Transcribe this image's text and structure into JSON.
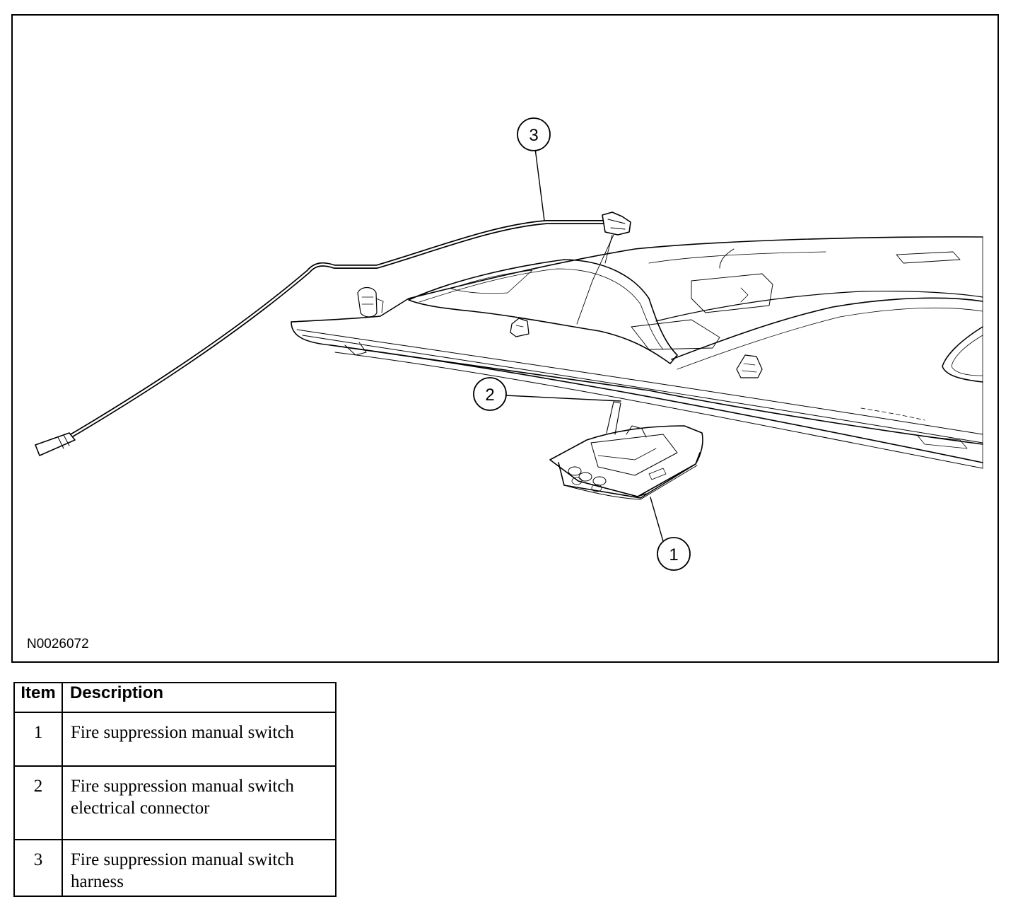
{
  "figure": {
    "id": "N0026072",
    "callouts": [
      "1",
      "2",
      "3"
    ]
  },
  "legend": {
    "headers": {
      "item": "Item",
      "description": "Description"
    },
    "rows": [
      {
        "item": "1",
        "description": "Fire suppression manual switch"
      },
      {
        "item": "2",
        "description": "Fire suppression manual switch electrical connector"
      },
      {
        "item": "3",
        "description": "Fire suppression manual switch harness"
      }
    ]
  }
}
